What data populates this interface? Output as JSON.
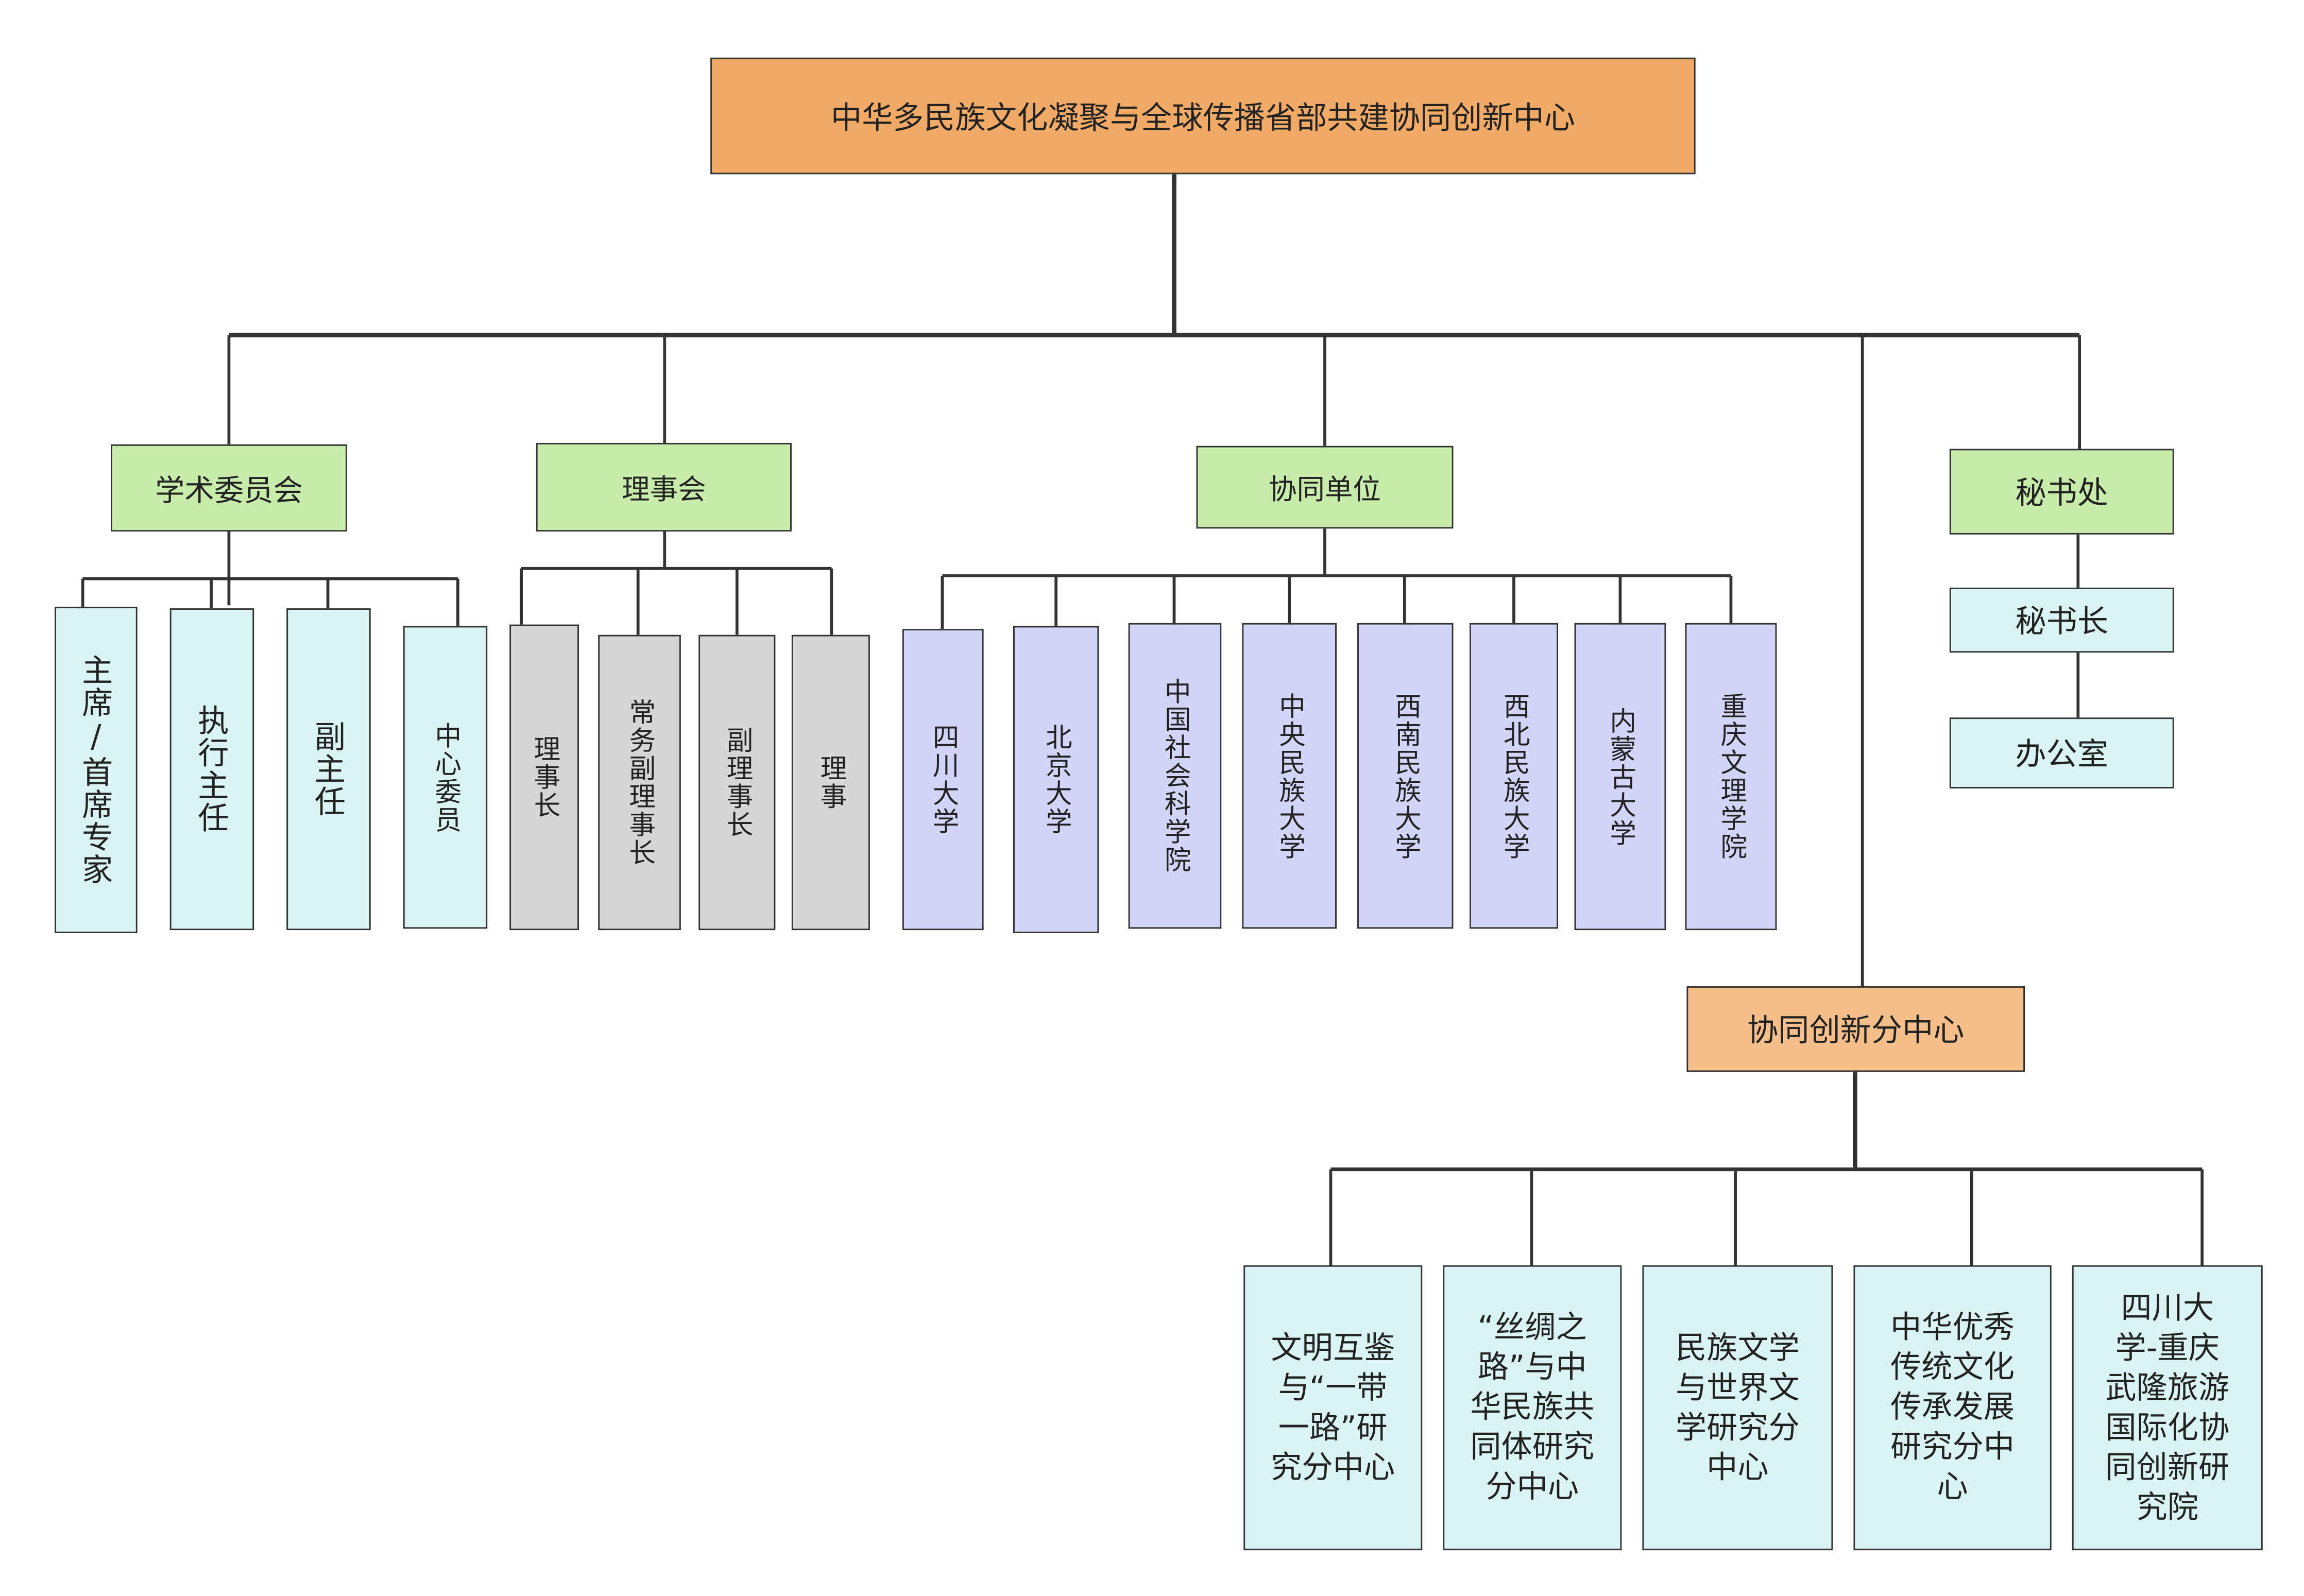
{
  "title": "中华多民族文化凝聚与全球传播省部共建协同创新中心",
  "academic_committee": {
    "label": "学术委员会",
    "members": [
      "主席/首席专家",
      "执行主任",
      "副主任",
      "中心委员"
    ]
  },
  "council": {
    "label": "理事会",
    "members": [
      "理事长",
      "常务副理事长",
      "副理事长",
      "理事"
    ]
  },
  "partners": {
    "label": "协同单位",
    "members": [
      "四川大学",
      "北京大学",
      "中国社会科学院",
      "中央民族大学",
      "西南民族大学",
      "西北民族大学",
      "内蒙古大学",
      "重庆文理学院"
    ]
  },
  "secretariat": {
    "label": "秘书处",
    "members": [
      "秘书长",
      "办公室"
    ]
  },
  "subcenters": {
    "label": "协同创新分中心",
    "members": [
      "文明互鉴\n与“一带\n一路”研\n究分中心",
      "“丝绸之\n路”与中\n华民族共\n同体研究\n分中心",
      "民族文学\n与世界文\n学研究分\n中心",
      "中华优秀\n传统文化\n传承发展\n研究分中\n心",
      "四川大\n学-重庆\n武隆旅游\n国际化协\n同创新研\n究院"
    ]
  }
}
